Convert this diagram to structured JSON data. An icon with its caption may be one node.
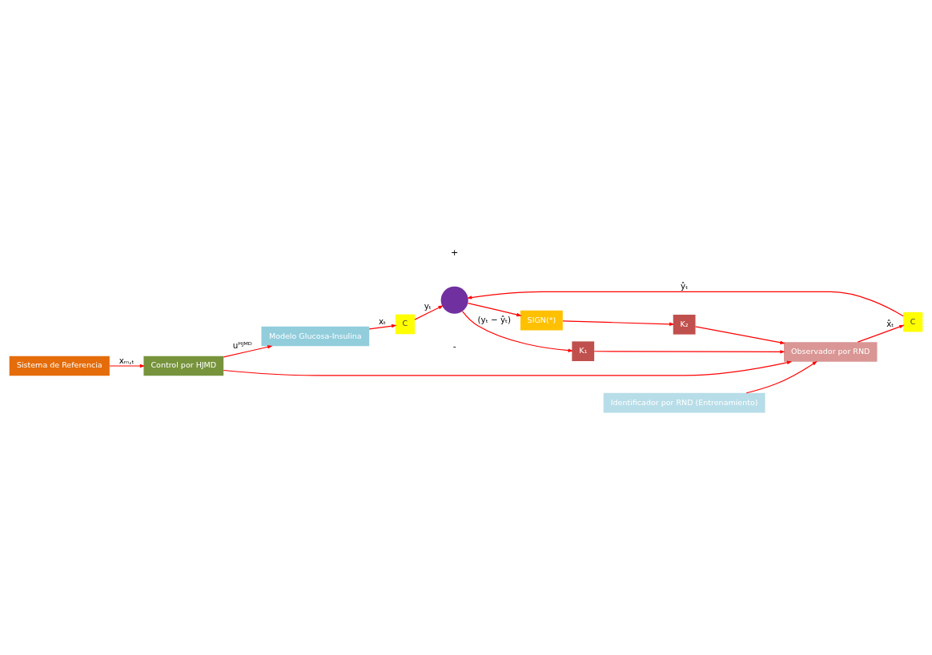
{
  "diagram": {
    "nodes": [
      {
        "text": [
          "Modelo Glucosa-Insulina"
        ]
      },
      {
        "text": [
          "C"
        ]
      },
      {
        "text": [
          "K₂"
        ]
      },
      {
        "text": [
          "SIGN(*)"
        ]
      },
      {
        "text": [],
        "shape": "circle"
      },
      {
        "text": [
          "Control por HJMD"
        ]
      },
      {
        "text": [
          "K₁"
        ]
      },
      {
        "text": [
          "Observador por RND"
        ]
      },
      {
        "text": [
          "C"
        ]
      },
      {
        "text": [
          "Identificador por RND (Entrenamiento)"
        ]
      },
      {
        "text": [
          "Sistema de Referencia"
        ]
      }
    ],
    "edges": [
      {
        "from": 10,
        "to": 5,
        "arrow": "to",
        "label": "xₘ,ₜ"
      },
      {
        "from": 5,
        "to": 0,
        "arrow": "to",
        "label": "uᴴᴶᴹᴰ"
      },
      {
        "from": 5,
        "to": 7,
        "arrow": "to"
      },
      {
        "from": 0,
        "to": 1,
        "arrow": "to",
        "label": "xₜ"
      },
      {
        "from": 1,
        "to": 4,
        "arrow": "to",
        "label": "yₜ"
      },
      {
        "from": 4,
        "to": 3,
        "arrow": "to"
      },
      {
        "from": 4,
        "to": 6,
        "arrow": "to",
        "label": "(yₜ − ŷₜ)"
      },
      {
        "from": 3,
        "to": 2,
        "arrow": "to"
      },
      {
        "from": 2,
        "to": 7,
        "arrow": "to"
      },
      {
        "from": 6,
        "to": 7,
        "arrow": "to"
      },
      {
        "from": 7,
        "to": 8,
        "arrow": "to",
        "label": "x̂ₜ"
      },
      {
        "from": 8,
        "to": 4,
        "arrow": "to",
        "label": "ŷₜ"
      },
      {
        "from": 9,
        "to": 7,
        "arrow": "to"
      }
    ],
    "labels": [
      "+",
      "-"
    ]
  }
}
